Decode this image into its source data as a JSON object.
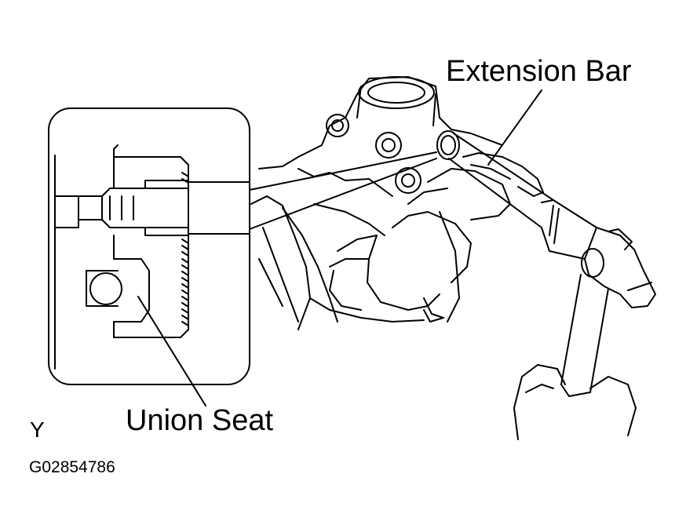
{
  "labels": {
    "extension_bar": "Extension Bar",
    "union_seat": "Union Seat",
    "corner_letter": "Y",
    "figure_code": "G02854786"
  }
}
